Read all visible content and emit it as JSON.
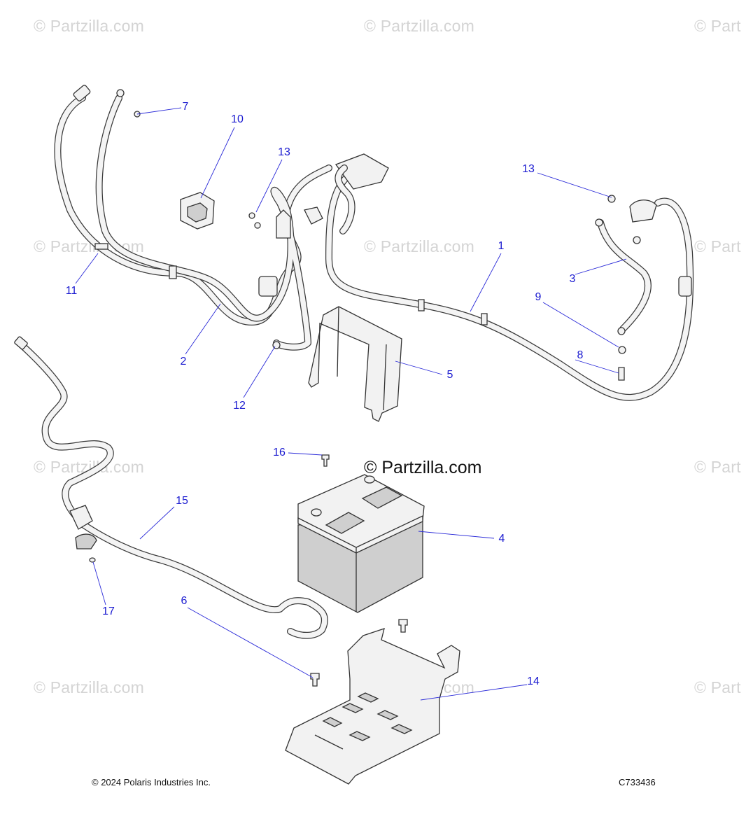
{
  "watermark": {
    "text": "© Partzilla.com",
    "partial": "© Part"
  },
  "main_watermark": "© Partzilla.com",
  "callouts": {
    "c1": "1",
    "c2": "2",
    "c3": "3",
    "c4": "4",
    "c5": "5",
    "c6": "6",
    "c7": "7",
    "c8": "8",
    "c9": "9",
    "c10": "10",
    "c11": "11",
    "c12": "12",
    "c13a": "13",
    "c13b": "13",
    "c14": "14",
    "c15": "15",
    "c16": "16",
    "c17": "17"
  },
  "footer": {
    "copyright": "© 2024 Polaris Industries Inc.",
    "diagram_id": "C733436"
  },
  "colors": {
    "callout": "#1a1ad0",
    "watermark": "#d4d4d4",
    "linework": "#333333"
  }
}
